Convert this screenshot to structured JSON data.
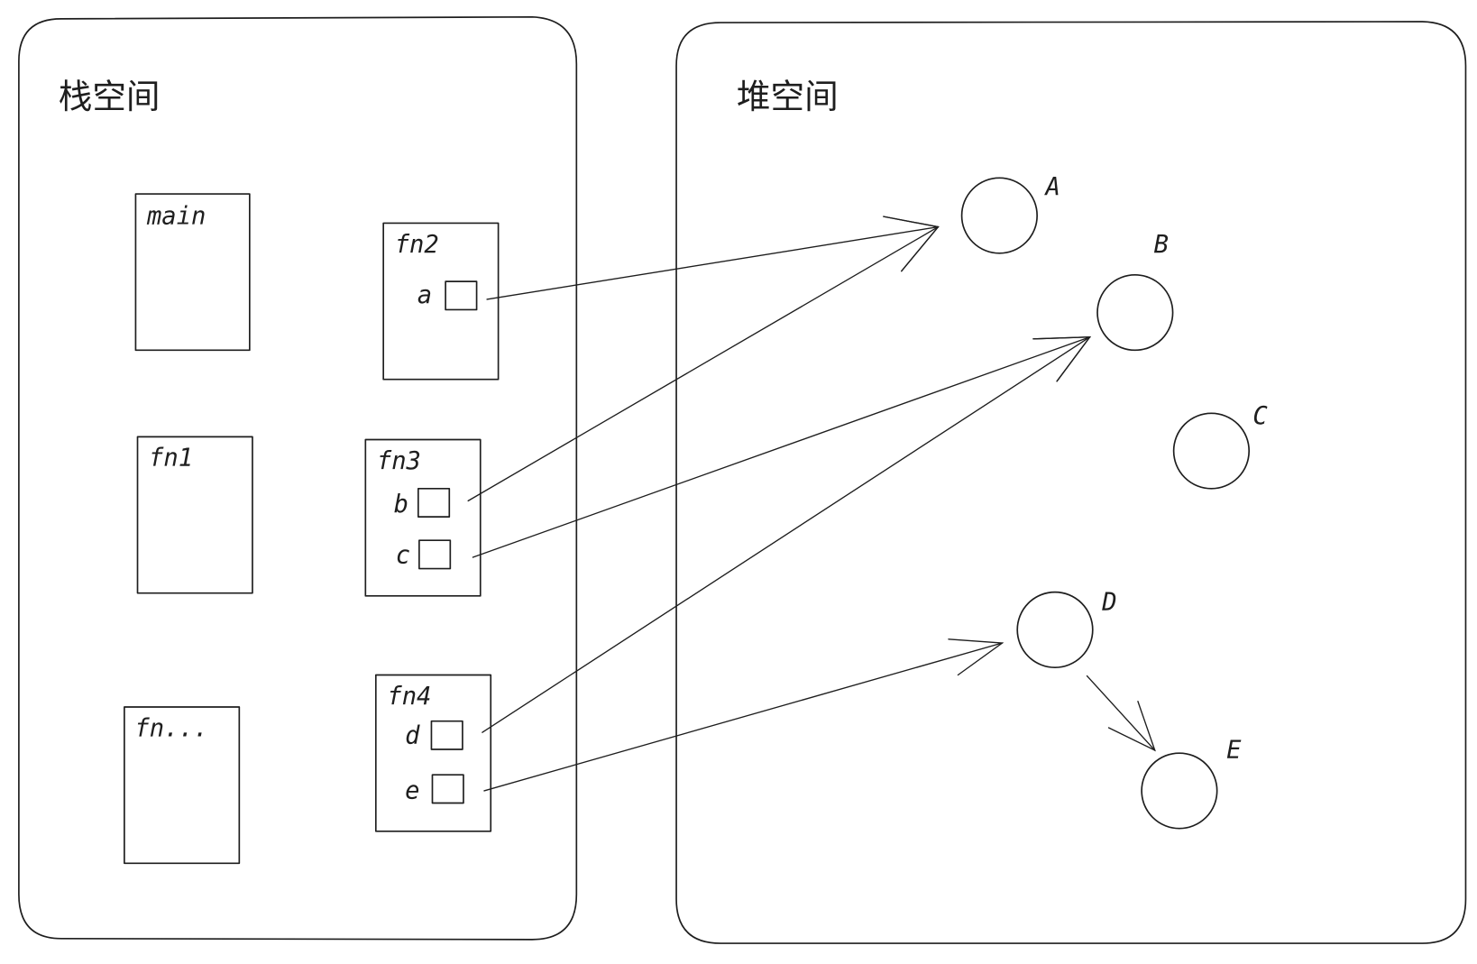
{
  "regions": {
    "stack": {
      "title": "栈空间"
    },
    "heap": {
      "title": "堆空间"
    }
  },
  "frames": {
    "main": "main",
    "fn1": "fn1",
    "fn_more": "fn...",
    "fn2": {
      "name": "fn2",
      "vars": [
        "a"
      ]
    },
    "fn3": {
      "name": "fn3",
      "vars": [
        "b",
        "c"
      ]
    },
    "fn4": {
      "name": "fn4",
      "vars": [
        "d",
        "e"
      ]
    }
  },
  "heap_objects": [
    "A",
    "B",
    "C",
    "D",
    "E"
  ],
  "references": [
    {
      "from": "a",
      "to": "A"
    },
    {
      "from": "b",
      "to": "A"
    },
    {
      "from": "c",
      "to": "B"
    },
    {
      "from": "d",
      "to": "B"
    },
    {
      "from": "e",
      "to": "D"
    },
    {
      "from": "D",
      "to": "E"
    }
  ]
}
